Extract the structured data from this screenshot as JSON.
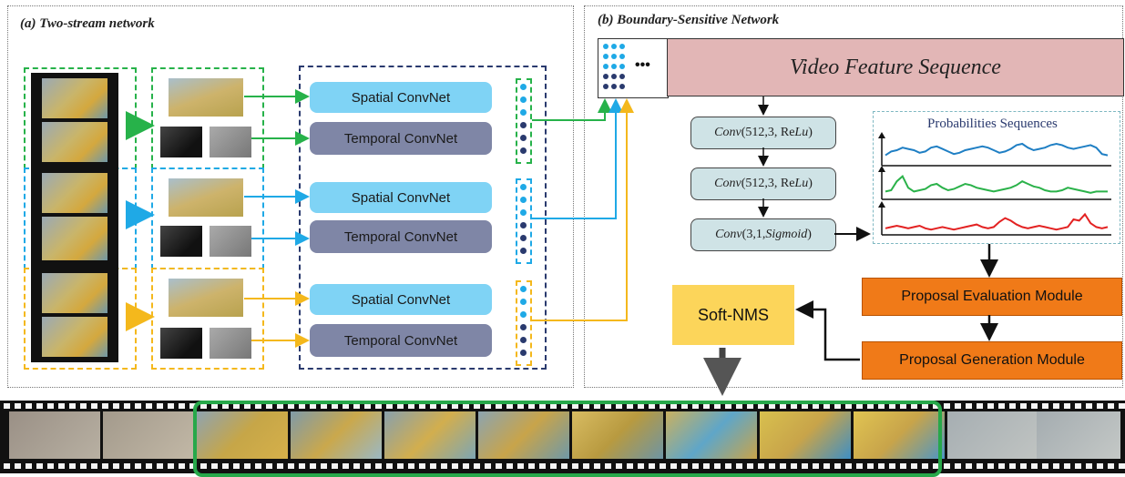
{
  "panel_a": {
    "title": "(a) Two-stream network"
  },
  "panel_b": {
    "title": "(b) Boundary-Sensitive Network"
  },
  "streams": [
    {
      "spatial_label": "Spatial ConvNet",
      "temporal_label": "Temporal ConvNet",
      "color": "#27b24a"
    },
    {
      "spatial_label": "Spatial ConvNet",
      "temporal_label": "Temporal ConvNet",
      "color": "#1fa9e6"
    },
    {
      "spatial_label": "Spatial ConvNet",
      "temporal_label": "Temporal ConvNet",
      "color": "#f4b81c"
    }
  ],
  "bsn": {
    "feature_sequence_label": "Video Feature Sequence",
    "ellipsis": "•••",
    "conv_layers": [
      {
        "prefix": "Conv",
        "args": "(512,3, Re",
        "act": "Lu",
        "close": ")"
      },
      {
        "prefix": "Conv",
        "args": "(512,3, Re",
        "act": "Lu",
        "close": ")"
      },
      {
        "prefix": "Conv",
        "args": "(3,1, ",
        "act": "Sigmoid",
        "close": ")"
      }
    ],
    "prob_title": "Probabilities Sequences",
    "evaluation_label": "Proposal Evaluation Module",
    "generation_label": "Proposal Generation Module",
    "softnms_label": "Soft-NMS"
  },
  "colors": {
    "green": "#27b24a",
    "blue": "#1fa9e6",
    "yellow": "#f4b81c",
    "navy": "#2a3a6e",
    "feature_bg": "#e2b6b6",
    "orange": "#f07a18",
    "softnms": "#fcd55a",
    "prob_blue": "#1f7fc4",
    "prob_green": "#2bb24a",
    "prob_red": "#e32222"
  },
  "chart_data": {
    "type": "line",
    "title": "Probabilities Sequences",
    "series": [
      {
        "values": [
          0.3,
          0.45,
          0.5,
          0.6,
          0.55,
          0.5,
          0.4,
          0.45,
          0.6,
          0.65,
          0.55,
          0.45,
          0.35,
          0.4,
          0.5,
          0.55,
          0.6,
          0.65,
          0.6,
          0.5,
          0.4,
          0.45,
          0.55,
          0.7,
          0.75,
          0.6,
          0.5,
          0.55,
          0.6,
          0.7,
          0.75,
          0.7,
          0.6,
          0.55,
          0.6,
          0.65,
          0.7,
          0.6,
          0.35,
          0.3
        ]
      },
      {
        "values": [
          0.2,
          0.25,
          0.6,
          0.8,
          0.35,
          0.2,
          0.25,
          0.3,
          0.45,
          0.5,
          0.35,
          0.25,
          0.3,
          0.4,
          0.5,
          0.45,
          0.35,
          0.3,
          0.25,
          0.2,
          0.25,
          0.3,
          0.35,
          0.45,
          0.6,
          0.5,
          0.4,
          0.35,
          0.25,
          0.2,
          0.2,
          0.25,
          0.35,
          0.3,
          0.25,
          0.2,
          0.15,
          0.2,
          0.2,
          0.2
        ]
      },
      {
        "values": [
          0.15,
          0.2,
          0.25,
          0.2,
          0.15,
          0.2,
          0.25,
          0.15,
          0.1,
          0.15,
          0.2,
          0.15,
          0.1,
          0.15,
          0.2,
          0.25,
          0.3,
          0.2,
          0.15,
          0.2,
          0.4,
          0.55,
          0.45,
          0.3,
          0.2,
          0.15,
          0.2,
          0.25,
          0.2,
          0.15,
          0.1,
          0.15,
          0.2,
          0.5,
          0.45,
          0.7,
          0.35,
          0.2,
          0.15,
          0.2
        ]
      }
    ]
  }
}
